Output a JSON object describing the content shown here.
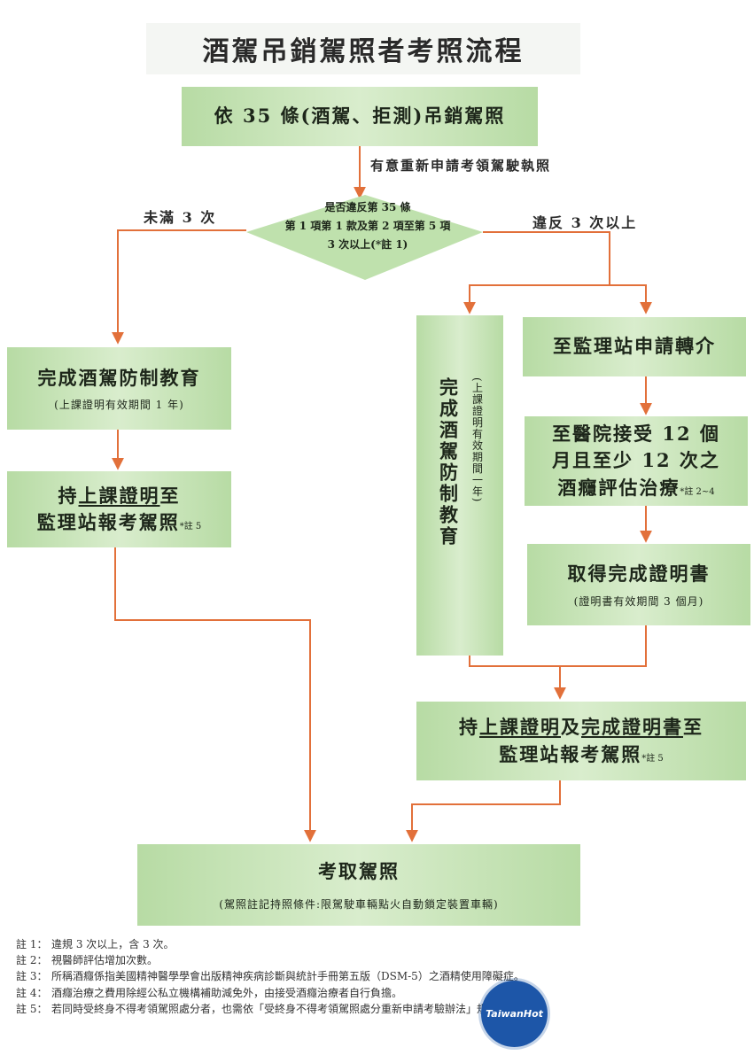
{
  "title": "酒駕吊銷駕照者考照流程",
  "boxes": {
    "start": "依 35 條(酒駕、拒測)吊銷駕照",
    "decision": [
      "是否違反第 35 條",
      "第 1 項第 1 款及第 2 項至第 5 項",
      "3 次以上(*註 1)"
    ],
    "left_edu": {
      "main": "完成酒駕防制教育",
      "sub": "(上課證明有效期間 1 年)"
    },
    "left_exam": {
      "line1_pre": "持",
      "line1_u": "上課證明",
      "line1_post": "至",
      "line2": "監理站報考駕照",
      "note": "*註 5"
    },
    "right_edu": {
      "main": "完成酒駕防制教育",
      "sub": "(上課證明有效期間一年)"
    },
    "referral": "至監理站申請轉介",
    "hospital": {
      "line1": "至醫院接受 12 個",
      "line2": "月且至少 12 次之",
      "line3": "酒癮評估治療",
      "note": "*註 2~4"
    },
    "certificate": {
      "main": "取得完成證明書",
      "sub": "(證明書有效期間 3 個月)"
    },
    "right_exam": {
      "pre": "持",
      "u1": "上課證明",
      "mid": "及",
      "u2": "完成證明書",
      "post": "至",
      "line2": "監理站報考駕照",
      "note": "*註 5"
    },
    "final": {
      "main": "考取駕照",
      "sub": "(駕照註記持照條件:限駕駛車輛點火自動鎖定裝置車輛)"
    }
  },
  "labels": {
    "reapply": "有意重新申請考領駕駛執照",
    "under3": "未滿 3 次",
    "over3": "違反 3 次以上"
  },
  "footnotes": [
    {
      "key": "註 1：",
      "text": "違規 3 次以上，含 3 次。"
    },
    {
      "key": "註 2：",
      "text": "視醫師評估增加次數。"
    },
    {
      "key": "註 3：",
      "text": "所稱酒癮係指美國精神醫學學會出版精神疾病診斷與統計手冊第五版（DSM-5）之酒精使用障礙症。"
    },
    {
      "key": "註 4：",
      "text": "酒癮治療之費用除經公私立機構補助減免外，由接受酒癮治療者自行負擔。"
    },
    {
      "key": "註 5：",
      "text": "若同時受終身不得考領駕照處分者，也需依「受終身不得考領駕照處分重新申請考驗辦法」規定申請考照。"
    }
  ],
  "watermark": "TaiwanHot",
  "colors": {
    "box": "#c8e6b8",
    "arrow": "#e2703a"
  }
}
